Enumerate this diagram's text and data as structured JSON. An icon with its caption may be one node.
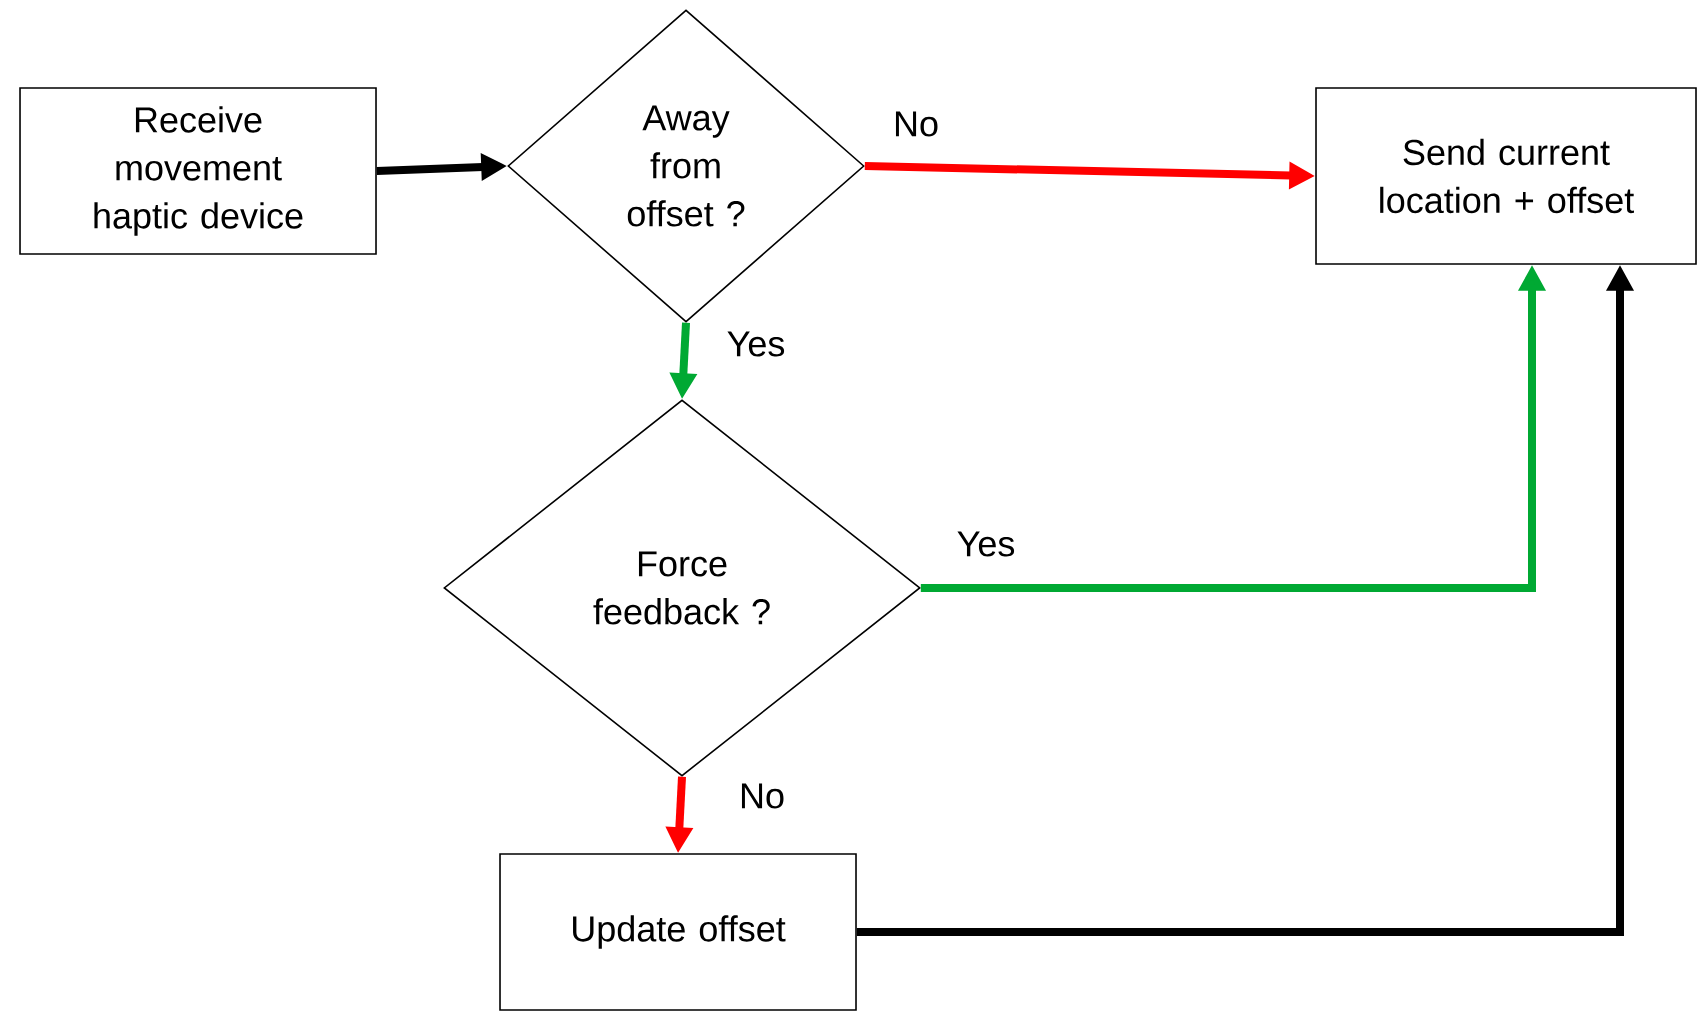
{
  "diagram": {
    "nodes": [
      {
        "text": [
          "Receive movement haptic device"
        ]
      },
      {
        "text": [
          "Away from offset ?"
        ]
      },
      {
        "text": [
          "Send current location + offset"
        ]
      },
      {
        "text": [
          "Force feedback ?"
        ]
      },
      {
        "text": [
          "Update offset"
        ]
      }
    ],
    "edges": [
      {
        "from": 0,
        "to": 1,
        "arrow": "to"
      },
      {
        "from": 1,
        "to": 2,
        "arrow": "to",
        "label": "No",
        "color": "#ff0000"
      },
      {
        "from": 1,
        "to": 3,
        "arrow": "to",
        "label": "Yes",
        "color": "#00a933"
      },
      {
        "from": 3,
        "to": 2,
        "arrow": "to",
        "label": "Yes",
        "color": "#00a933"
      },
      {
        "from": 3,
        "to": 4,
        "arrow": "to",
        "label": "No",
        "color": "#ff0000"
      },
      {
        "from": 4,
        "to": 2,
        "arrow": "to"
      }
    ]
  }
}
